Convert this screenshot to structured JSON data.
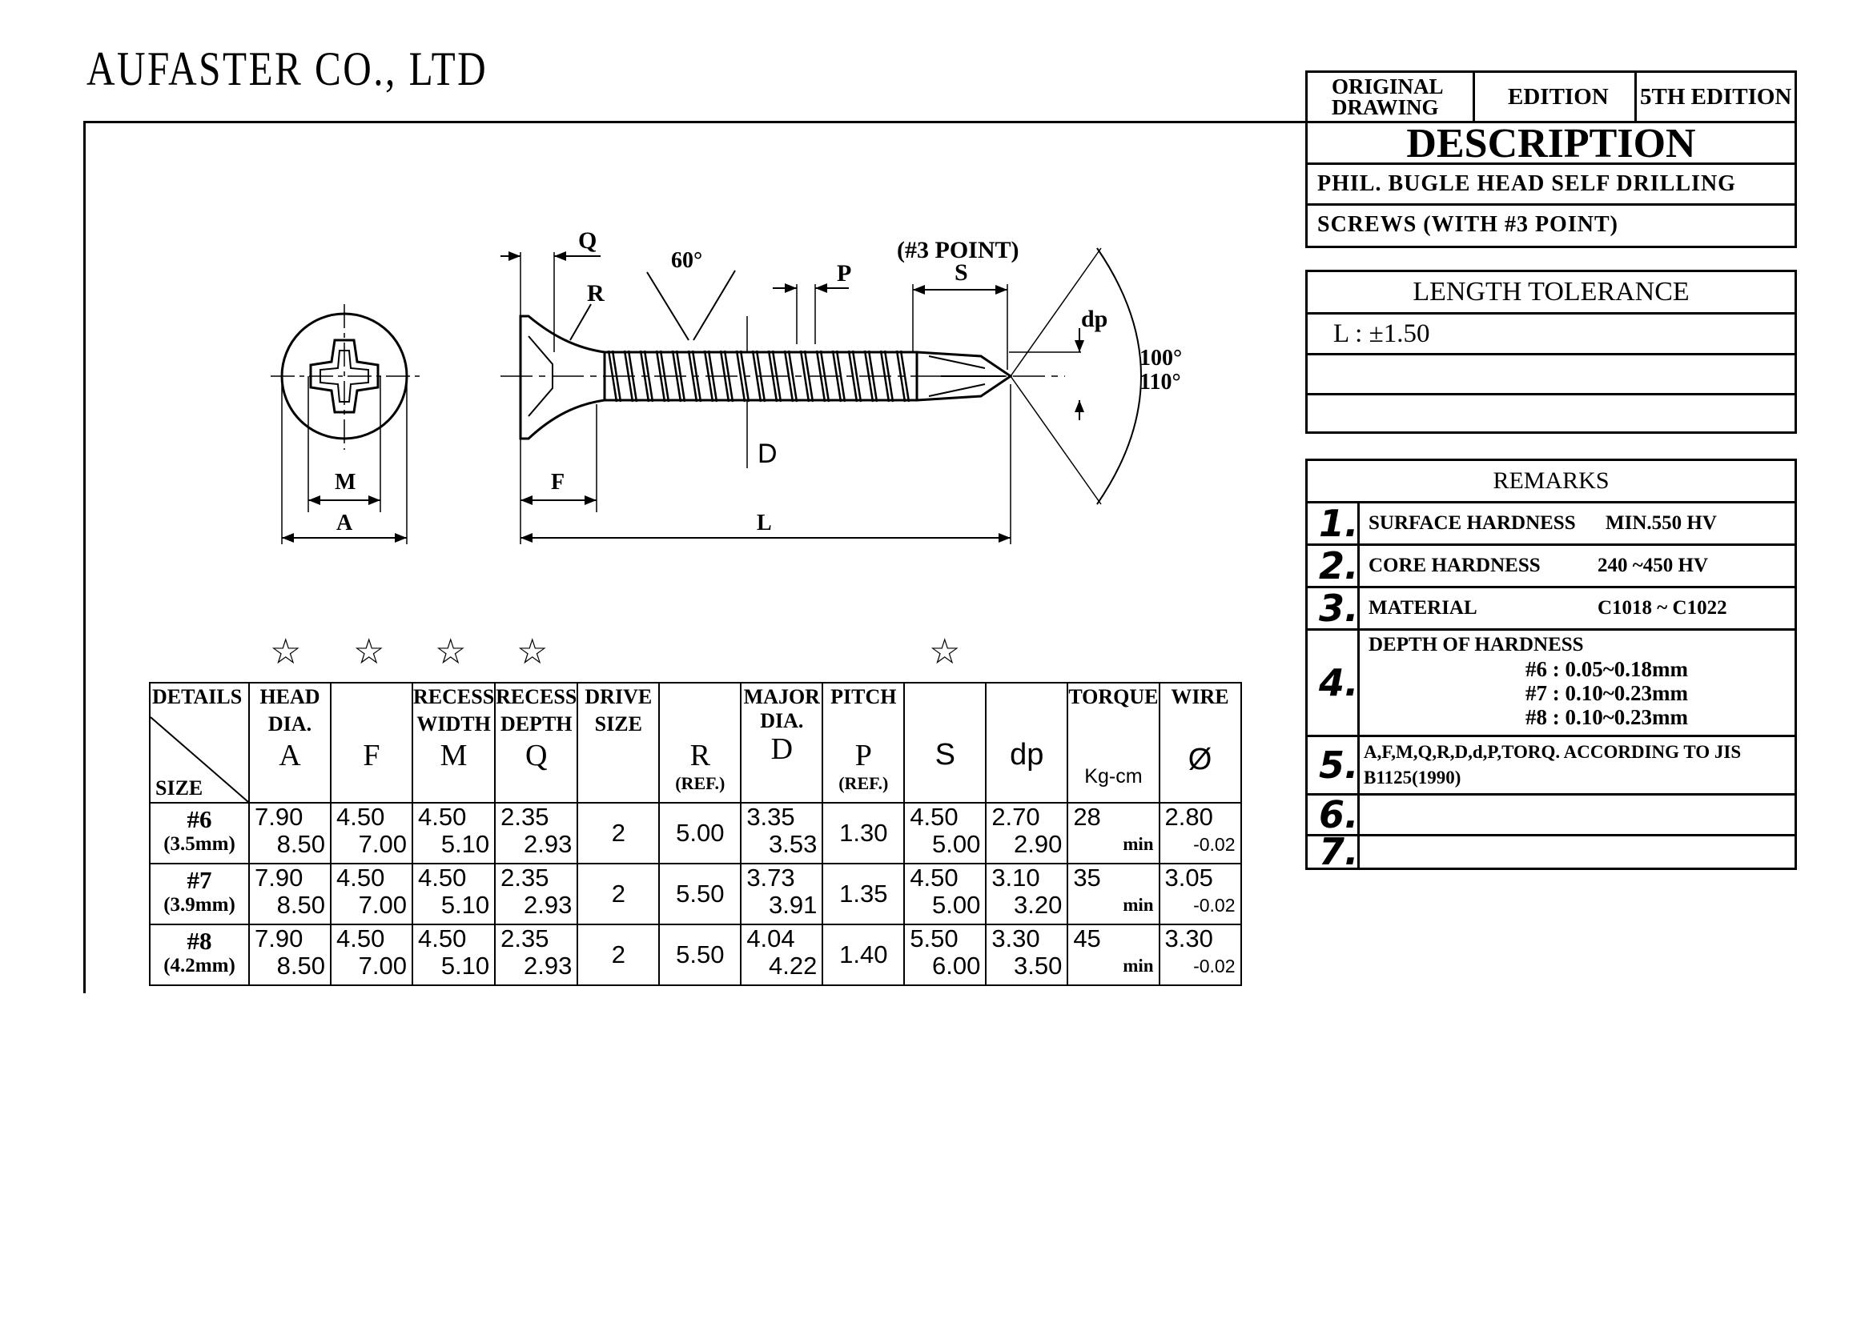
{
  "company": "AUFASTER CO., LTD",
  "title_block": {
    "original_drawing": "ORIGINAL DRAWING",
    "edition_label": "EDITION",
    "edition_value": "5TH EDITION",
    "description_heading": "DESCRIPTION",
    "description_line1": "PHIL. BUGLE HEAD SELF DRILLING",
    "description_line2": "SCREWS (WITH #3 POINT)"
  },
  "length_tolerance": {
    "heading": "LENGTH TOLERANCE",
    "value": "L : ±1.50"
  },
  "remarks": {
    "heading": "REMARKS",
    "items": [
      {
        "num": "1.",
        "label": "SURFACE HARDNESS",
        "value": "MIN.550 HV"
      },
      {
        "num": "2.",
        "label": "CORE HARDNESS",
        "value": "240 ~450 HV"
      },
      {
        "num": "3.",
        "label": "MATERIAL",
        "value": "C1018 ~ C1022"
      },
      {
        "num": "4.",
        "label": "DEPTH OF HARDNESS",
        "lines": [
          "#6 : 0.05~0.18mm",
          "#7 : 0.10~0.23mm",
          "#8 : 0.10~0.23mm"
        ]
      },
      {
        "num": "5.",
        "label": "A,F,M,Q,R,D,d,P,TORQ. ACCORDING TO JIS",
        "label2": "B1125(1990)"
      },
      {
        "num": "6.",
        "label": ""
      },
      {
        "num": "7.",
        "label": ""
      }
    ]
  },
  "drawing": {
    "labels": {
      "Q": "Q",
      "R": "R",
      "angle60": "60°",
      "P": "P",
      "point": "(#3 POINT)",
      "S": "S",
      "dp": "dp",
      "angle100": "100°",
      "angle110": "110°",
      "D": "D",
      "M": "M",
      "A": "A",
      "F": "F",
      "L": "L"
    }
  },
  "table": {
    "star": "☆",
    "header": {
      "details": "DETAILS",
      "size": "SIZE",
      "cols": [
        {
          "top": "HEAD",
          "mid": "DIA.",
          "sym": "A",
          "ref": ""
        },
        {
          "top": "",
          "mid": "",
          "sym": "F",
          "ref": ""
        },
        {
          "top": "RECESS",
          "mid": "WIDTH",
          "sym": "M",
          "ref": ""
        },
        {
          "top": "RECESS",
          "mid": "DEPTH",
          "sym": "Q",
          "ref": ""
        },
        {
          "top": "DRIVE",
          "mid": "SIZE",
          "sym": "",
          "ref": ""
        },
        {
          "top": "",
          "mid": "",
          "sym": "R",
          "ref": "(REF.)"
        },
        {
          "top": "MAJOR",
          "mid": "DIA.",
          "sym": "D",
          "ref": ""
        },
        {
          "top": "PITCH",
          "mid": "",
          "sym": "P",
          "ref": "(REF.)"
        },
        {
          "top": "",
          "mid": "",
          "sym": "S",
          "ref": ""
        },
        {
          "top": "",
          "mid": "",
          "sym": "dp",
          "ref": ""
        },
        {
          "top": "TORQUE",
          "mid": "",
          "sym": "Kg-cm",
          "ref": ""
        },
        {
          "top": "WIRE",
          "mid": "",
          "sym": "Ø",
          "ref": ""
        }
      ]
    },
    "rows": [
      {
        "size": "#6",
        "mm": "(3.5mm)",
        "A": [
          "7.90",
          "8.50"
        ],
        "F": [
          "4.50",
          "7.00"
        ],
        "M": [
          "4.50",
          "5.10"
        ],
        "Q": [
          "2.35",
          "2.93"
        ],
        "drive": "2",
        "R": "5.00",
        "D": [
          "3.35",
          "3.53"
        ],
        "P": "1.30",
        "S": [
          "4.50",
          "5.00"
        ],
        "dp": [
          "2.70",
          "2.90"
        ],
        "torque": "28",
        "torque_sub": "min",
        "wire": "2.80",
        "wire_tol": "-0.02"
      },
      {
        "size": "#7",
        "mm": "(3.9mm)",
        "A": [
          "7.90",
          "8.50"
        ],
        "F": [
          "4.50",
          "7.00"
        ],
        "M": [
          "4.50",
          "5.10"
        ],
        "Q": [
          "2.35",
          "2.93"
        ],
        "drive": "2",
        "R": "5.50",
        "D": [
          "3.73",
          "3.91"
        ],
        "P": "1.35",
        "S": [
          "4.50",
          "5.00"
        ],
        "dp": [
          "3.10",
          "3.20"
        ],
        "torque": "35",
        "torque_sub": "min",
        "wire": "3.05",
        "wire_tol": "-0.02"
      },
      {
        "size": "#8",
        "mm": "(4.2mm)",
        "A": [
          "7.90",
          "8.50"
        ],
        "F": [
          "4.50",
          "7.00"
        ],
        "M": [
          "4.50",
          "5.10"
        ],
        "Q": [
          "2.35",
          "2.93"
        ],
        "drive": "2",
        "R": "5.50",
        "D": [
          "4.04",
          "4.22"
        ],
        "P": "1.40",
        "S": [
          "5.50",
          "6.00"
        ],
        "dp": [
          "3.30",
          "3.50"
        ],
        "torque": "45",
        "torque_sub": "min",
        "wire": "3.30",
        "wire_tol": "-0.02"
      }
    ]
  }
}
